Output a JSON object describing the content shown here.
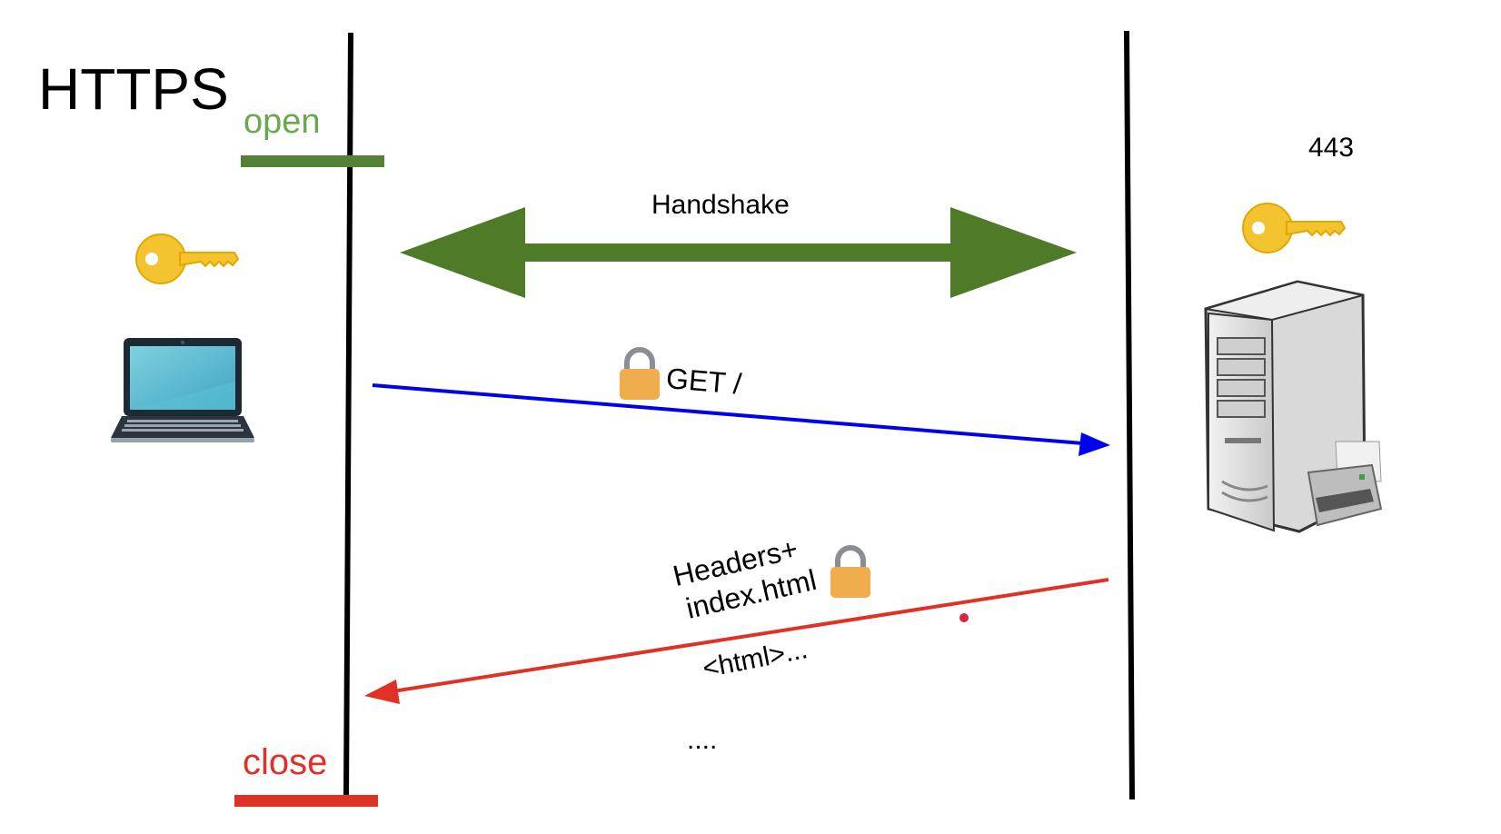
{
  "title": "HTTPS",
  "labels": {
    "open": "open",
    "close": "close",
    "port": "443",
    "handshake": "Handshake",
    "request": "GET /",
    "response_line1": "Headers+",
    "response_line2": "index.html",
    "response_body": "<html>...",
    "continuation": "...."
  },
  "colors": {
    "open": "#538135",
    "close": "#e03127",
    "handshake_arrow": "#4f7a28",
    "request_arrow": "#0000ee",
    "response_arrow": "#e03127",
    "key": "#f4c430",
    "lock": "#f0ad4e",
    "timeline": "#000000"
  },
  "icons": {
    "client": "laptop-icon",
    "server": "server-icon",
    "client_key": "key-icon",
    "server_key": "key-icon",
    "lock": "lock-icon"
  }
}
